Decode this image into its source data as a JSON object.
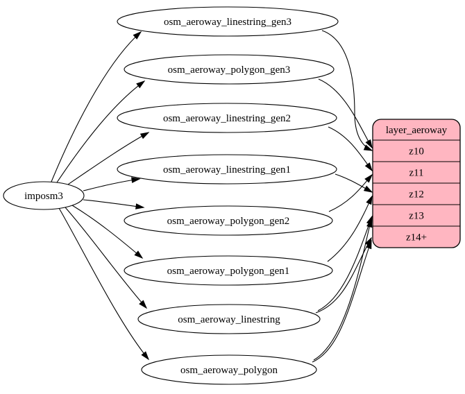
{
  "diagram": {
    "type": "etl-graph",
    "background_color": "#ffffff",
    "edge_color": "#000000",
    "node_fill": "#ffffff",
    "node_stroke": "#000000",
    "text_color": "#000000",
    "source_node": {
      "id": "imposm3",
      "label": "imposm3"
    },
    "table_nodes": [
      {
        "id": "osm_aeroway_linestring_gen3",
        "label": "osm_aeroway_linestring_gen3"
      },
      {
        "id": "osm_aeroway_polygon_gen3",
        "label": "osm_aeroway_polygon_gen3"
      },
      {
        "id": "osm_aeroway_linestring_gen2",
        "label": "osm_aeroway_linestring_gen2"
      },
      {
        "id": "osm_aeroway_linestring_gen1",
        "label": "osm_aeroway_linestring_gen1"
      },
      {
        "id": "osm_aeroway_polygon_gen2",
        "label": "osm_aeroway_polygon_gen2"
      },
      {
        "id": "osm_aeroway_polygon_gen1",
        "label": "osm_aeroway_polygon_gen1"
      },
      {
        "id": "osm_aeroway_linestring",
        "label": "osm_aeroway_linestring"
      },
      {
        "id": "osm_aeroway_polygon",
        "label": "osm_aeroway_polygon"
      }
    ],
    "layer_node": {
      "id": "layer_aeroway",
      "title": "layer_aeroway",
      "rows": [
        {
          "id": "z10",
          "label": "z10"
        },
        {
          "id": "z11",
          "label": "z11"
        },
        {
          "id": "z12",
          "label": "z12"
        },
        {
          "id": "z13",
          "label": "z13"
        },
        {
          "id": "z14+",
          "label": "z14+"
        }
      ],
      "fill": "#ffb6c1",
      "stroke": "#000000"
    },
    "edges": [
      {
        "from": "imposm3",
        "to": "osm_aeroway_linestring_gen3"
      },
      {
        "from": "imposm3",
        "to": "osm_aeroway_polygon_gen3"
      },
      {
        "from": "imposm3",
        "to": "osm_aeroway_linestring_gen2"
      },
      {
        "from": "imposm3",
        "to": "osm_aeroway_linestring_gen1"
      },
      {
        "from": "imposm3",
        "to": "osm_aeroway_polygon_gen2"
      },
      {
        "from": "imposm3",
        "to": "osm_aeroway_polygon_gen1"
      },
      {
        "from": "imposm3",
        "to": "osm_aeroway_linestring"
      },
      {
        "from": "imposm3",
        "to": "osm_aeroway_polygon"
      },
      {
        "from": "osm_aeroway_linestring_gen3",
        "to": "z10"
      },
      {
        "from": "osm_aeroway_polygon_gen3",
        "to": "z10"
      },
      {
        "from": "osm_aeroway_linestring_gen2",
        "to": "z11"
      },
      {
        "from": "osm_aeroway_polygon_gen2",
        "to": "z11"
      },
      {
        "from": "osm_aeroway_linestring_gen1",
        "to": "z12"
      },
      {
        "from": "osm_aeroway_polygon_gen1",
        "to": "z12"
      },
      {
        "from": "osm_aeroway_linestring",
        "to": "z13"
      },
      {
        "from": "osm_aeroway_polygon",
        "to": "z13"
      },
      {
        "from": "osm_aeroway_linestring",
        "to": "z14+"
      },
      {
        "from": "osm_aeroway_polygon",
        "to": "z14+"
      }
    ]
  }
}
